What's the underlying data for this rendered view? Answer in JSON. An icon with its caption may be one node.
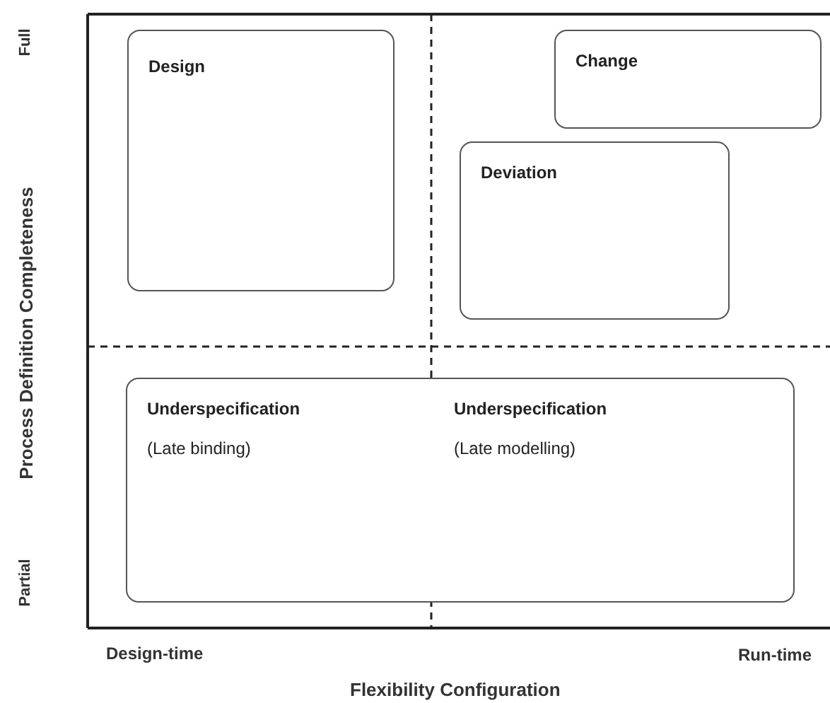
{
  "diagram": {
    "nodes": [
      {
        "text": [
          "Design"
        ]
      },
      {
        "text": [
          "Change"
        ]
      },
      {
        "text": [
          "Deviation"
        ]
      },
      {
        "text": [
          "Underspecification",
          "(Late binding)",
          "Underspecification",
          "(Late modelling)"
        ]
      }
    ],
    "edges": [],
    "labels": [
      "Full",
      "Process Definition Completeness",
      "Partial",
      "Design-time",
      "Run-time",
      "Flexibility Configuration"
    ]
  }
}
